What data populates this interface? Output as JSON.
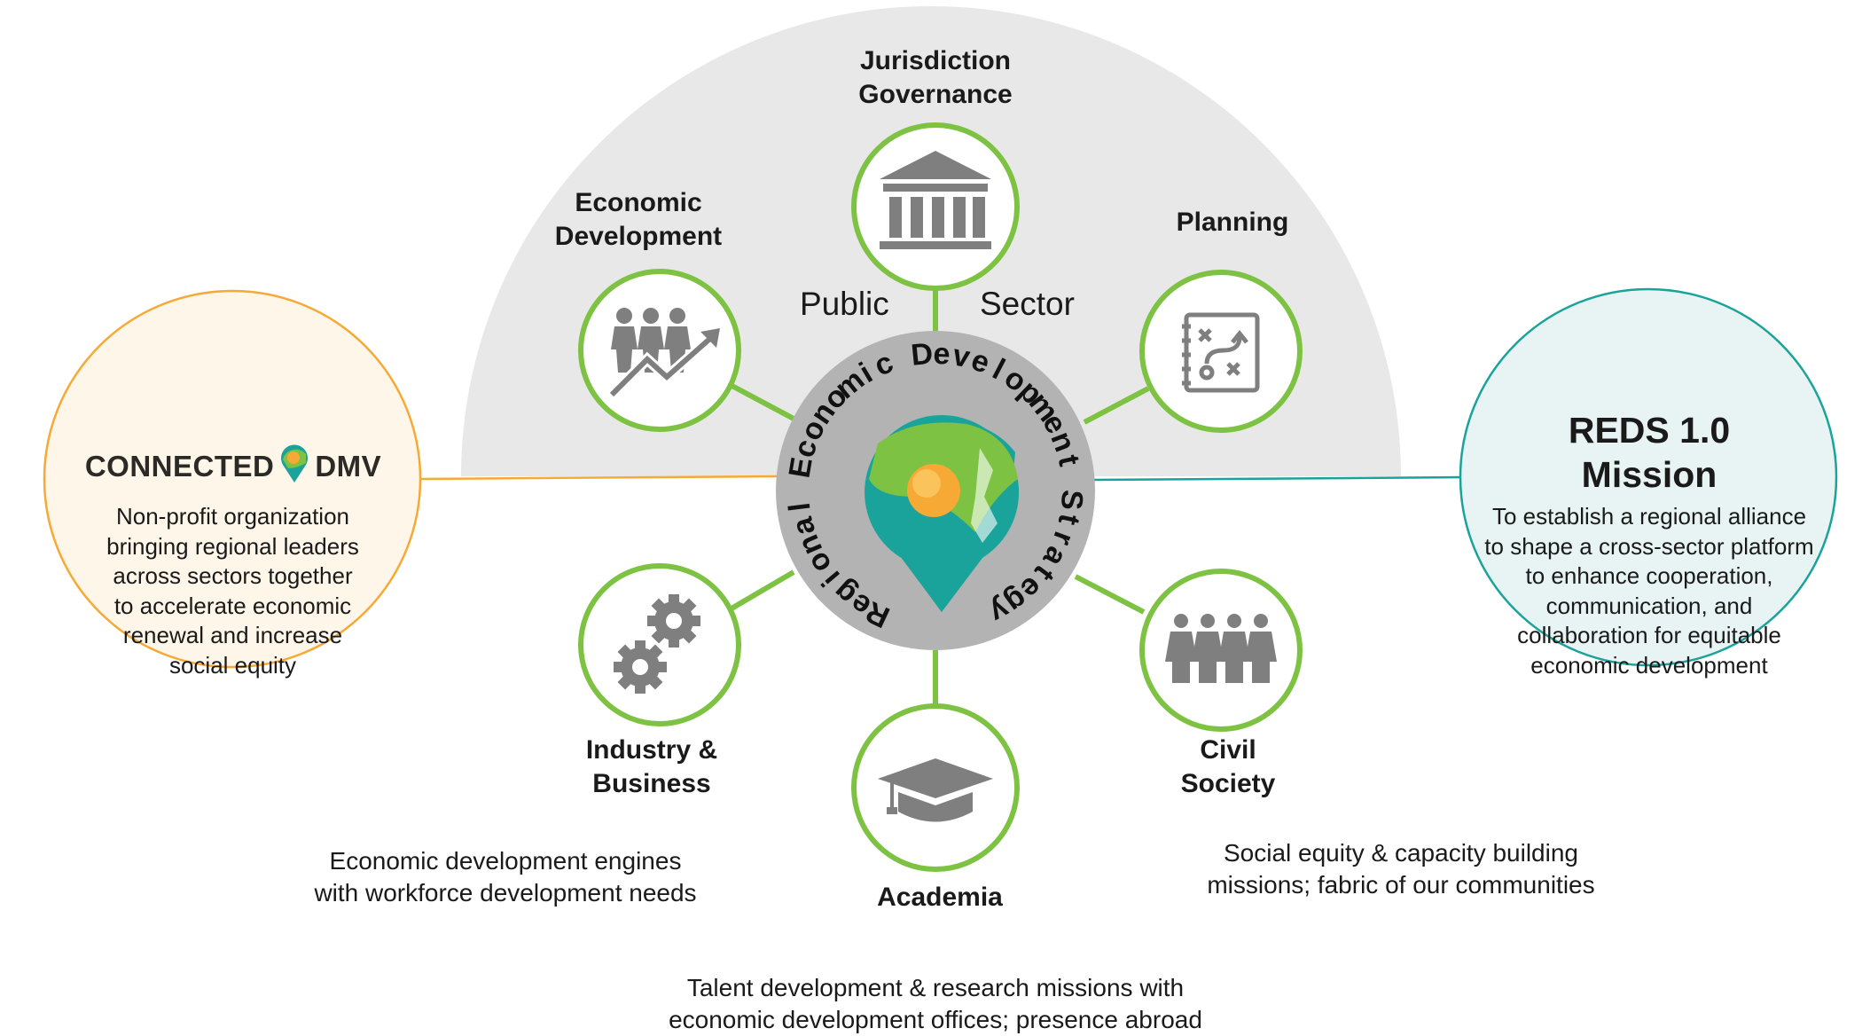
{
  "center": {
    "title": "Regional Economic Development Strategy"
  },
  "public_sector": {
    "word1": "Public",
    "word2": "Sector"
  },
  "nodes": {
    "jurisdiction": {
      "label_line1": "Jurisdiction",
      "label_line2": "Governance",
      "icon": "government-building-icon"
    },
    "economic_dev": {
      "label_line1": "Economic",
      "label_line2": "Development",
      "icon": "people-growth-chart-icon"
    },
    "planning": {
      "label": "Planning",
      "icon": "strategy-plan-icon"
    },
    "industry": {
      "label_line1": "Industry &",
      "label_line2": "Business",
      "icon": "gears-icon",
      "desc_line1": "Economic development engines",
      "desc_line2": "with workforce development needs"
    },
    "academia": {
      "label": "Academia",
      "icon": "graduation-cap-icon",
      "desc_line1": "Talent development & research missions with",
      "desc_line2": "economic development offices; presence abroad"
    },
    "civil_society": {
      "label_line1": "Civil",
      "label_line2": "Society",
      "icon": "community-people-icon",
      "desc_line1": "Social equity & capacity building",
      "desc_line2": "missions; fabric of our communities"
    }
  },
  "connected_dmv": {
    "logo_left": "CONNECTED",
    "logo_right": "DMV",
    "text_lines": [
      "Non-profit organization",
      "bringing regional leaders",
      "across sectors together",
      "to accelerate economic",
      "renewal and increase",
      "social equity"
    ]
  },
  "reds_mission": {
    "title_line1": "REDS 1.0",
    "title_line2": "Mission",
    "text_lines": [
      "To establish a regional alliance",
      "to shape a cross-sector platform",
      "to enhance cooperation,",
      "communication, and",
      "collaboration for equitable",
      "economic development"
    ]
  },
  "colors": {
    "green": "#7dc242",
    "orange": "#f7a935",
    "teal": "#1aa39a",
    "gray_half_circle": "#e8e8e8",
    "gray_center": "#b3b3b3",
    "icon_gray": "#7f7f7f",
    "left_fill": "#fef6e9",
    "right_fill": "#e7f4f3"
  }
}
